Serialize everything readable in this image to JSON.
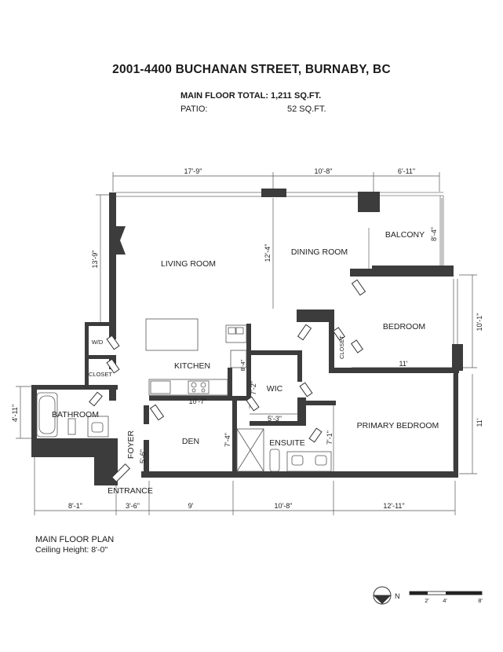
{
  "header": {
    "address": "2001-4400 BUCHANAN STREET, BURNABY, BC",
    "main_floor_label": "MAIN FLOOR TOTAL:",
    "main_floor_value": "1,211 SQ.FT.",
    "patio_label": "PATIO:",
    "patio_value": "52 SQ.FT."
  },
  "rooms": {
    "living": "LIVING ROOM",
    "dining": "DINING ROOM",
    "balcony": "BALCONY",
    "bedroom": "BEDROOM",
    "closet_bed": "CLOSET",
    "wd": "W/D",
    "closet_hall": "CLOSET",
    "kitchen": "KITCHEN",
    "wic": "WIC",
    "bathroom": "BATHROOM",
    "foyer": "FOYER",
    "den": "DEN",
    "ensuite": "ENSUITE",
    "primary": "PRIMARY BEDROOM",
    "entrance": "ENTRANCE"
  },
  "dimensions": {
    "top_living": "17'-9\"",
    "top_dining": "10'-8\"",
    "top_balcony": "6'-11\"",
    "left_living": "13'-9\"",
    "dining_height": "12'-4\"",
    "balcony_height": "8'-4\"",
    "bedroom_height": "10'-1\"",
    "bedroom_width": "11'",
    "primary_height": "11'",
    "bathroom_height": "4'-11\"",
    "kitchen_width": "10'-7\"",
    "kitchen_depth": "8'-4\"",
    "wic_height": "7'-2\"",
    "wic_width": "5'-3\"",
    "den_height": "7'-4\"",
    "ensuite_height": "7'-1\"",
    "foyer_height": "5'-6\"",
    "bottom_bath": "8'-1\"",
    "bottom_foyer": "3'-6\"",
    "bottom_den": "9'",
    "bottom_ensuite": "10'-8\"",
    "bottom_primary": "12'-11\""
  },
  "footer": {
    "plan_title": "MAIN FLOOR PLAN",
    "ceiling": "Ceiling Height: 8'-0\"",
    "north": "N",
    "scale_2": "2'",
    "scale_4": "4'",
    "scale_8": "8'"
  }
}
